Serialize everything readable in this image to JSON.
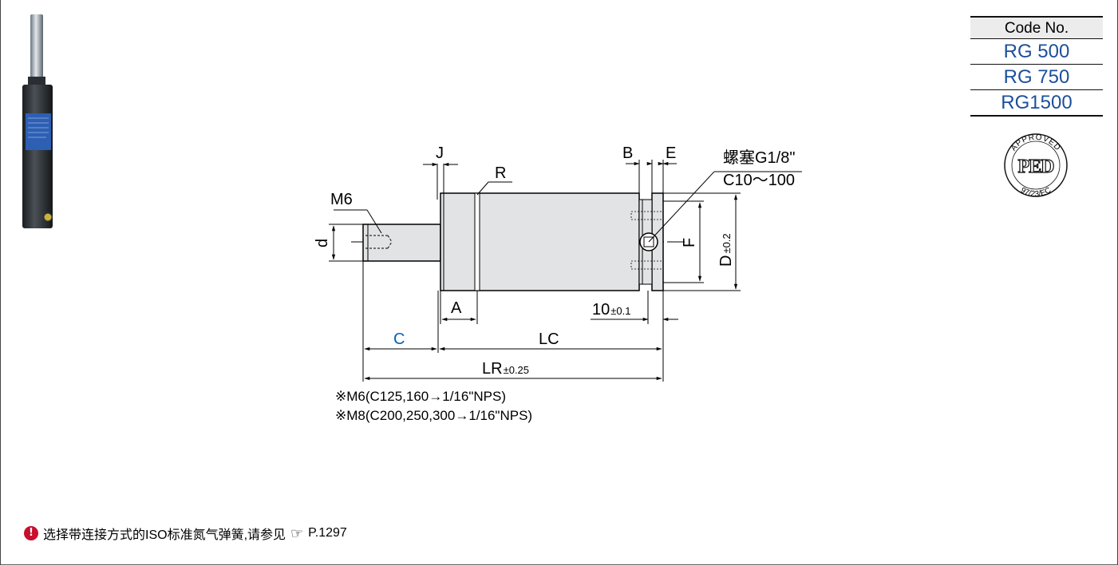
{
  "code_table": {
    "header": "Code No.",
    "rows": [
      "RG  500",
      "RG  750",
      "RG1500"
    ]
  },
  "drawing": {
    "labels": {
      "j": "J",
      "r": "R",
      "b": "B",
      "e": "E",
      "plug": "螺塞G1/8\"",
      "c_range": "C10～100",
      "m6": "M6",
      "d_small": "d",
      "f": "F",
      "d_big": "D",
      "d_big_tol": "±0.2",
      "a": "A",
      "ten": "10",
      "ten_tol": "±0.1",
      "c": "C",
      "lc": "LC",
      "lr": "LR",
      "lr_tol": "±0.25"
    }
  },
  "stamp": {
    "top": "APPROVED",
    "mark": "PED",
    "bottom": "97/23/EC"
  },
  "notes": [
    "※M6(C125,160→1/16\"NPS)",
    "※M8(C200,250,300→1/16\"NPS)"
  ],
  "footer": {
    "icon": "warning-icon",
    "text": "选择带连接方式的ISO标准氮气弹簧,请参见",
    "pointer": "☞",
    "page": "P.1297"
  },
  "colors": {
    "accent_blue": "#1d4f9a",
    "label_blue": "#0b5fb0",
    "warning_red": "#c8102e"
  }
}
